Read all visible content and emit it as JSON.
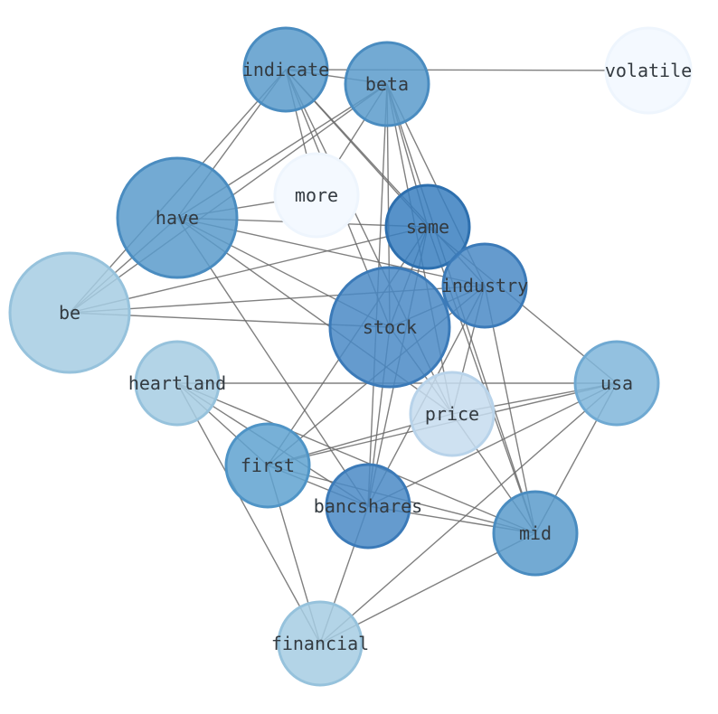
{
  "graph": {
    "nodes": [
      {
        "id": "indicate",
        "label": "indicate",
        "fill": "#5b9bcb",
        "stroke": "#4a8cc0"
      },
      {
        "id": "beta",
        "label": "beta",
        "fill": "#5b9bcb",
        "stroke": "#4a8cc0"
      },
      {
        "id": "volatile",
        "label": "volatile",
        "fill": "#f4f9ff",
        "stroke": "#eef5fd"
      },
      {
        "id": "more",
        "label": "more",
        "fill": "#f4f9ff",
        "stroke": "#eef5fd"
      },
      {
        "id": "have",
        "label": "have",
        "fill": "#5b9bcb",
        "stroke": "#4a8cc0"
      },
      {
        "id": "same",
        "label": "same",
        "fill": "#3a7fbf",
        "stroke": "#2d6fae"
      },
      {
        "id": "industry",
        "label": "industry",
        "fill": "#4a8ac6",
        "stroke": "#3b7ab8"
      },
      {
        "id": "be",
        "label": "be",
        "fill": "#a6cde3",
        "stroke": "#96c2dc"
      },
      {
        "id": "stock",
        "label": "stock",
        "fill": "#4a8ac6",
        "stroke": "#3b7ab8"
      },
      {
        "id": "heartland",
        "label": "heartland",
        "fill": "#a6cde3",
        "stroke": "#96c2dc"
      },
      {
        "id": "usa",
        "label": "usa",
        "fill": "#80b6da",
        "stroke": "#6fa9d2"
      },
      {
        "id": "price",
        "label": "price",
        "fill": "#c6dcee",
        "stroke": "#b8d3ea"
      },
      {
        "id": "first",
        "label": "first",
        "fill": "#5fa2d0",
        "stroke": "#4f94c6"
      },
      {
        "id": "bancshares",
        "label": "bancshares",
        "fill": "#4a8ac6",
        "stroke": "#3b7ab8"
      },
      {
        "id": "mid",
        "label": "mid",
        "fill": "#5b9bcb",
        "stroke": "#4a8cc0"
      },
      {
        "id": "financial",
        "label": "financial",
        "fill": "#a6cde3",
        "stroke": "#96c2dc"
      }
    ],
    "edges": [
      [
        "indicate",
        "beta"
      ],
      [
        "indicate",
        "volatile"
      ],
      [
        "indicate",
        "have"
      ],
      [
        "indicate",
        "more"
      ],
      [
        "indicate",
        "same"
      ],
      [
        "indicate",
        "industry"
      ],
      [
        "indicate",
        "stock"
      ],
      [
        "indicate",
        "price"
      ],
      [
        "indicate",
        "be"
      ],
      [
        "beta",
        "have"
      ],
      [
        "beta",
        "be"
      ],
      [
        "beta",
        "more"
      ],
      [
        "beta",
        "same"
      ],
      [
        "beta",
        "stock"
      ],
      [
        "beta",
        "price"
      ],
      [
        "beta",
        "mid"
      ],
      [
        "beta",
        "industry"
      ],
      [
        "beta",
        "bancshares"
      ],
      [
        "have",
        "same"
      ],
      [
        "have",
        "industry"
      ],
      [
        "have",
        "stock"
      ],
      [
        "have",
        "price"
      ],
      [
        "have",
        "be"
      ],
      [
        "have",
        "bancshares"
      ],
      [
        "have",
        "more"
      ],
      [
        "be",
        "same"
      ],
      [
        "be",
        "stock"
      ],
      [
        "be",
        "industry"
      ],
      [
        "same",
        "first"
      ],
      [
        "same",
        "bancshares"
      ],
      [
        "same",
        "mid"
      ],
      [
        "same",
        "usa"
      ],
      [
        "same",
        "stock"
      ],
      [
        "industry",
        "stock"
      ],
      [
        "industry",
        "first"
      ],
      [
        "industry",
        "mid"
      ],
      [
        "industry",
        "price"
      ],
      [
        "industry",
        "bancshares"
      ],
      [
        "stock",
        "price"
      ],
      [
        "stock",
        "bancshares"
      ],
      [
        "heartland",
        "usa"
      ],
      [
        "heartland",
        "first"
      ],
      [
        "heartland",
        "bancshares"
      ],
      [
        "heartland",
        "mid"
      ],
      [
        "heartland",
        "financial"
      ],
      [
        "usa",
        "first"
      ],
      [
        "usa",
        "bancshares"
      ],
      [
        "usa",
        "mid"
      ],
      [
        "usa",
        "financial"
      ],
      [
        "usa",
        "price"
      ],
      [
        "first",
        "bancshares"
      ],
      [
        "first",
        "mid"
      ],
      [
        "first",
        "financial"
      ],
      [
        "first",
        "price"
      ],
      [
        "bancshares",
        "mid"
      ],
      [
        "bancshares",
        "financial"
      ],
      [
        "mid",
        "financial"
      ],
      [
        "mid",
        "price"
      ]
    ]
  }
}
